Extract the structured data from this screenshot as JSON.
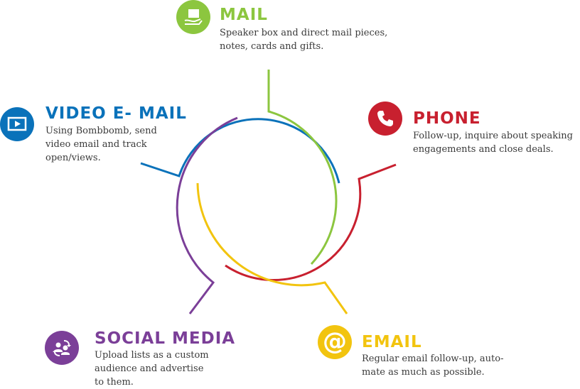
{
  "colors": {
    "mail": "#8cc63f",
    "phone": "#c8202f",
    "email": "#f2c40f",
    "social": "#7b3f98",
    "video": "#0a72ba"
  },
  "items": {
    "mail": {
      "title": "MAIL",
      "desc_lines": [
        "Speaker box and direct mail pieces,",
        "notes, cards and gifts."
      ],
      "icon": "hand-envelope-icon"
    },
    "phone": {
      "title": "PHONE",
      "desc_lines": [
        "Follow-up, inquire about speaking",
        "engagements and close deals."
      ],
      "icon": "phone-icon"
    },
    "email": {
      "title": "EMAIL",
      "desc_lines": [
        "Regular email follow-up, auto-",
        "mate as much as possible."
      ],
      "icon": "at-sign-icon"
    },
    "social": {
      "title": "SOCIAL MEDIA",
      "desc_lines": [
        "Upload lists as a custom",
        "audience and advertise",
        "to them."
      ],
      "icon": "people-exchange-icon"
    },
    "video": {
      "title": "VIDEO E- MAIL",
      "desc_lines": [
        "Using Bombbomb, send",
        "video email and track",
        "open/views."
      ],
      "icon": "play-screen-icon"
    }
  }
}
